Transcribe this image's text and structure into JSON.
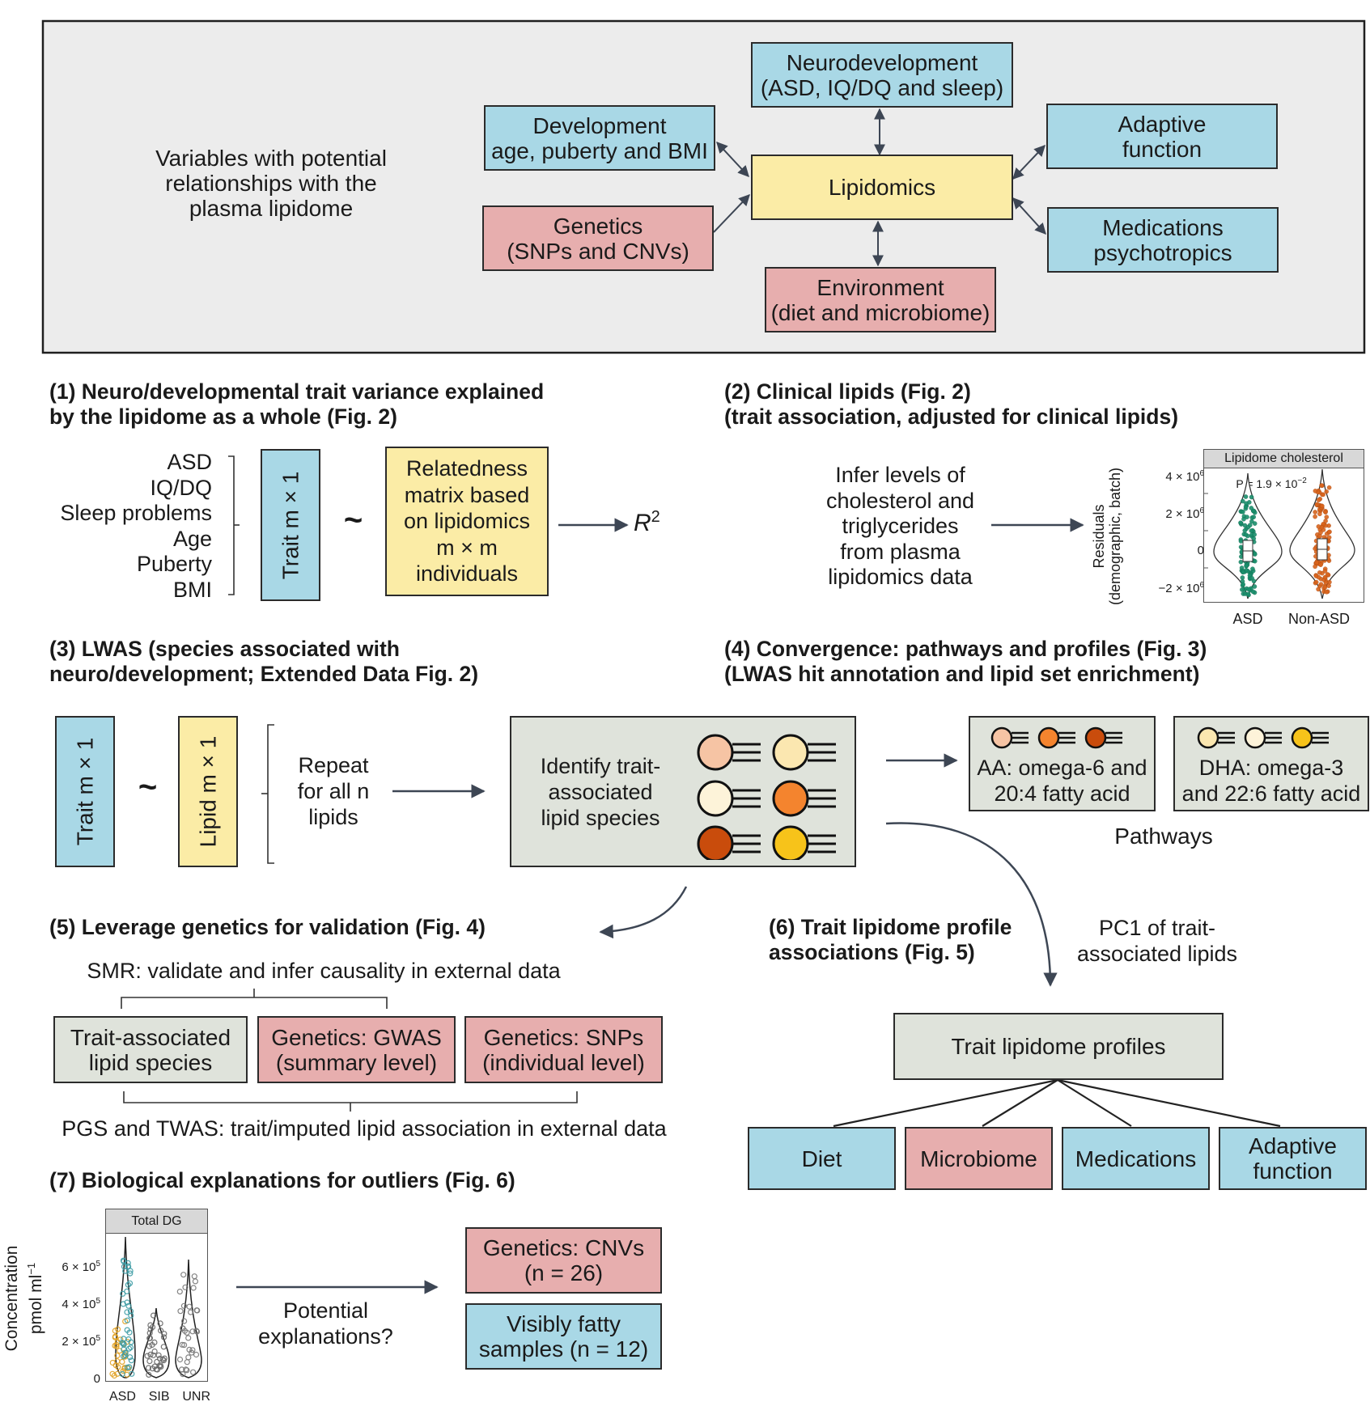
{
  "top_panel": {
    "intro": "Variables with potential\nrelationships with the\nplasma lipidome",
    "center": "Lipidomics",
    "neurodevelopment": "Neurodevelopment\n(ASD, IQ/DQ and sleep)",
    "development": "Development\nage, puberty and BMI",
    "genetics": "Genetics\n(SNPs and CNVs)",
    "environment": "Environment\n(diet and microbiome)",
    "adaptive": "Adaptive\nfunction",
    "medications": "Medications\npsychotropics"
  },
  "section1": {
    "heading": "(1) Neuro/developmental trait variance explained\n     by the lipidome as a whole (Fig. 2)",
    "traits": [
      "ASD",
      "IQ/DQ",
      "Sleep problems",
      "Age",
      "Puberty",
      "BMI"
    ],
    "trait_box": "Trait m × 1",
    "tilde": "~",
    "matrix_box": "Relatedness\nmatrix based\non lipidomics\nm × m\nindividuals",
    "result": "R",
    "result_sup": "2"
  },
  "section2": {
    "heading": "(2) Clinical lipids (Fig. 2)\n     (trait association, adjusted for clinical lipids)",
    "text": "Infer levels of\ncholesterol and\ntriglycerides\nfrom plasma\nlipidomics data",
    "plot_title": "Lipidome cholesterol",
    "ylabel": "Residuals\n(demographic, batch)",
    "pvalue": "P = 1.9 × 10",
    "pvalue_exp": "−2",
    "yticks": [
      "4 × 10",
      "2 × 10",
      "0",
      "−2 × 10"
    ],
    "ytick_exp": "6",
    "xticks": [
      "ASD",
      "Non-ASD"
    ]
  },
  "section3": {
    "heading": "(3) LWAS (species associated with\n     neuro/development; Extended Data Fig. 2)",
    "trait_box": "Trait m × 1",
    "tilde": "~",
    "lipid_box": "Lipid m × 1",
    "repeat": "Repeat\nfor all n\nlipids",
    "identify": "Identify trait-\nassociated\nlipid species"
  },
  "section4": {
    "heading": "(4) Convergence: pathways and profiles (Fig. 3)\n     (LWAS hit annotation and lipid set enrichment)",
    "aa_box": "AA: omega-6 and\n20:4 fatty acid",
    "dha_box": "DHA: omega-3\nand 22:6 fatty acid",
    "pathways": "Pathways"
  },
  "section5": {
    "heading": "(5) Leverage genetics for validation (Fig. 4)",
    "smr": "SMR: validate and infer causality in external data",
    "box1": "Trait-associated\nlipid species",
    "box2": "Genetics: GWAS\n(summary level)",
    "box3": "Genetics: SNPs\n(individual level)",
    "pgs": "PGS and TWAS: trait/imputed lipid association in external data"
  },
  "section6": {
    "heading": "(6) Trait lipidome profile\n     associations (Fig. 5)",
    "pc1": "PC1 of trait-\nassociated lipids",
    "profiles": "Trait lipidome profiles",
    "diet": "Diet",
    "microbiome": "Microbiome",
    "medications": "Medications",
    "adaptive": "Adaptive\nfunction"
  },
  "section7": {
    "heading": "(7) Biological explanations for outliers (Fig. 6)",
    "plot_title": "Total DG",
    "ylabel_line1": "Concentration",
    "ylabel_line2": "pmol ml",
    "ylabel_exp": "−1",
    "yticks": [
      "6 × 10",
      "4 × 10",
      "2 × 10",
      "0"
    ],
    "ytick_exp": "5",
    "xticks": [
      "ASD",
      "SIB",
      "UNR"
    ],
    "potential": "Potential\nexplanations?",
    "cnv_box": "Genetics: CNVs\n(n = 26)",
    "fatty_box": "Visibly fatty\nsamples (n = 12)"
  },
  "colors": {
    "blue": "#a9d8e6",
    "pink": "#e7aeae",
    "yellow": "#fbeca6",
    "grey": "#dfe3db",
    "arrow": "#3d4654",
    "asd_green": "#1a8f6c",
    "nonasd_orange": "#d9641c",
    "lipid_head_1": "#f6c4a4",
    "lipid_head_2": "#fbe7b0",
    "lipid_head_3": "#fdf3d9",
    "lipid_head_4": "#f4842e",
    "lipid_head_5": "#c94c0c",
    "lipid_head_6": "#f7c31a"
  }
}
